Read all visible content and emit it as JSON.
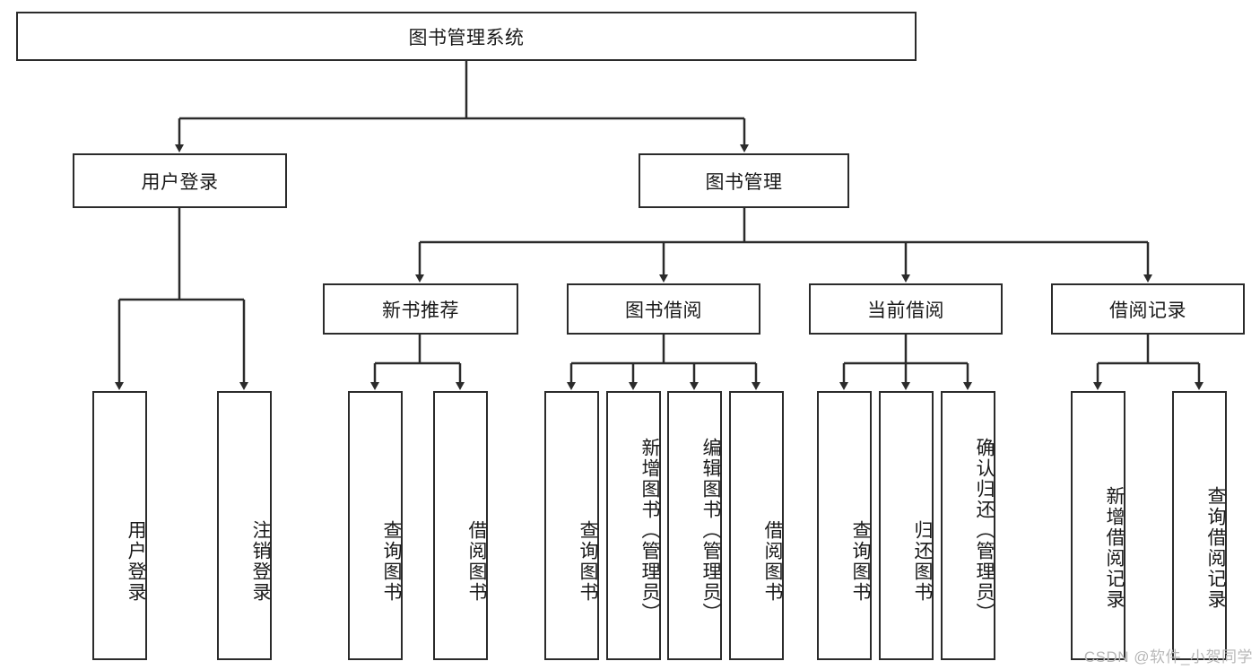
{
  "diagram": {
    "title": "图书管理系统",
    "type": "tree",
    "watermark": "CSDN @软件_小贺同学",
    "levels": {
      "root": {
        "label": "图书管理系统"
      },
      "level2": [
        {
          "label": "用户登录"
        },
        {
          "label": "图书管理"
        }
      ],
      "level3": [
        {
          "label": "新书推荐"
        },
        {
          "label": "图书借阅"
        },
        {
          "label": "当前借阅"
        },
        {
          "label": "借阅记录"
        }
      ],
      "leaves": [
        {
          "label": "用户登录",
          "parent": "用户登录"
        },
        {
          "label": "注销登录",
          "parent": "用户登录"
        },
        {
          "label": "查询图书",
          "parent": "新书推荐"
        },
        {
          "label": "借阅图书",
          "parent": "新书推荐"
        },
        {
          "label": "查询图书",
          "parent": "图书借阅"
        },
        {
          "label": "新增图书（管理员）",
          "parent": "图书借阅"
        },
        {
          "label": "编辑图书（管理员）",
          "parent": "图书借阅"
        },
        {
          "label": "借阅图书",
          "parent": "图书借阅"
        },
        {
          "label": "查询图书",
          "parent": "当前借阅"
        },
        {
          "label": "归还图书",
          "parent": "当前借阅"
        },
        {
          "label": "确认归还（管理员）",
          "parent": "当前借阅"
        },
        {
          "label": "新增借阅记录",
          "parent": "借阅记录"
        },
        {
          "label": "查询借阅记录",
          "parent": "借阅记录"
        }
      ]
    },
    "colors": {
      "stroke": "#2b2b2b",
      "fill": "#ffffff",
      "text": "#1a1a1a",
      "watermark": "#b7b7b7"
    }
  }
}
